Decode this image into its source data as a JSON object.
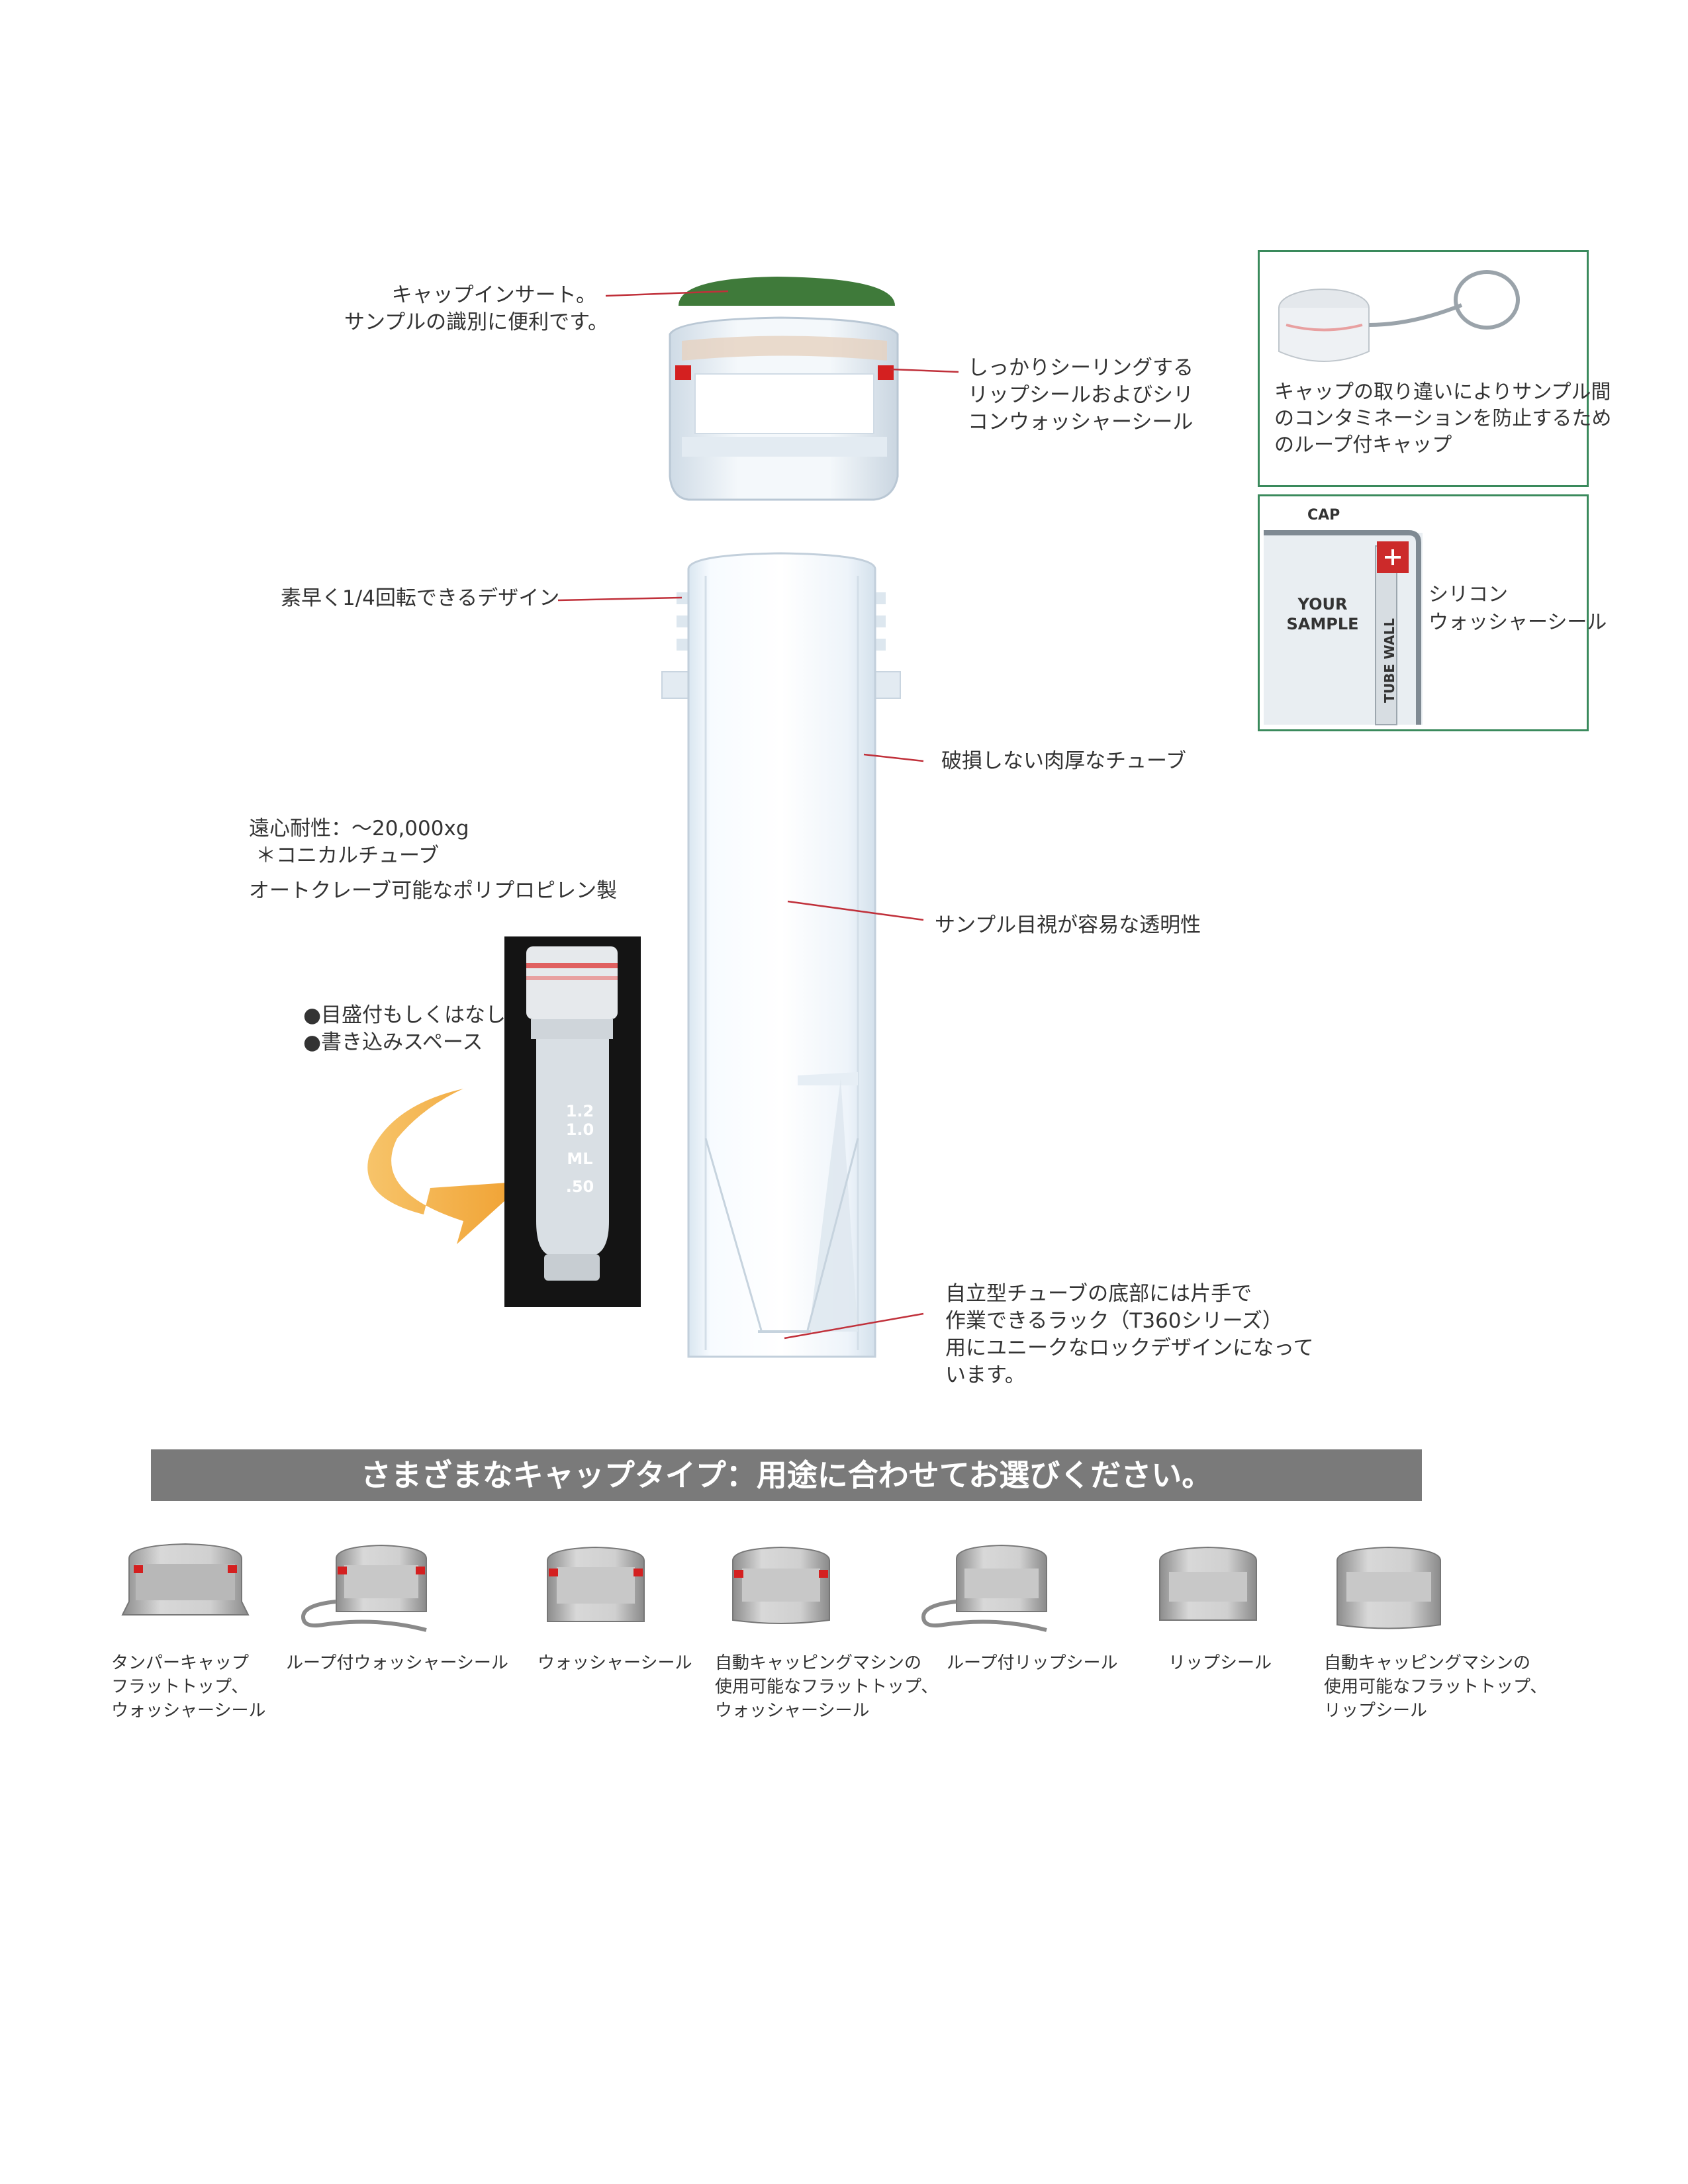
{
  "labels": {
    "cap_insert": [
      "キャップインサート。",
      "サンプルの識別に便利です。"
    ],
    "lip_seal": [
      "しっかりシーリングする",
      "リップシールおよびシリ",
      "コンウォッシャーシール"
    ],
    "quarter_turn": "素早く1/4回転できるデザイン",
    "thick_tube": "破損しない肉厚なチューブ",
    "centrifuge": [
      "遠心耐性：～20,000xg",
      "＊コニカルチューブ"
    ],
    "autoclave": "オートクレーブ可能なポリプロピレン製",
    "transparent": "サンプル目視が容易な透明性",
    "bullets": [
      "●目盛付もしくはなし",
      "●書き込みスペース"
    ],
    "self_standing": [
      "自立型チューブの底部には片手で",
      "作業できるラック（T360シリーズ）",
      "用にユニークなロックデザインになって",
      "います。"
    ]
  },
  "photo_tube": {
    "graduations": [
      "1.2",
      "1.0",
      "ML",
      ".50"
    ]
  },
  "inset_loop": {
    "caption": [
      "キャップの取り違いによりサンプル間",
      "のコンタミネーションを防止するため",
      "のループ付キャップ"
    ]
  },
  "inset_seal": {
    "cap_label": "CAP",
    "sample_label": [
      "YOUR",
      "SAMPLE"
    ],
    "wall_label": "TUBE WALL",
    "callout": [
      "シリコン",
      "ウォッシャーシール"
    ]
  },
  "banner": "さまざまなキャップタイプ：用途に合わせてお選びください。",
  "cap_types": [
    {
      "caption": [
        "タンパーキャップ",
        "フラットトップ、",
        "ウォッシャーシール"
      ],
      "style": "tamper"
    },
    {
      "caption": [
        "ループ付ウォッシャーシール"
      ],
      "style": "loop-washer"
    },
    {
      "caption": [
        "ウォッシャーシール"
      ],
      "style": "washer"
    },
    {
      "caption": [
        "自動キャッピングマシンの",
        "使用可能なフラットトップ、",
        "ウォッシャーシール"
      ],
      "style": "auto-washer"
    },
    {
      "caption": [
        "ループ付リップシール"
      ],
      "style": "loop-lip"
    },
    {
      "caption": [
        "リップシール"
      ],
      "style": "lip"
    },
    {
      "caption": [
        "自動キャッピングマシンの",
        "使用可能なフラットトップ、",
        "リップシール"
      ],
      "style": "auto-lip"
    }
  ],
  "colors": {
    "insert_green": "#3f7a3a",
    "seal_red": "#d42020",
    "pointer_red": "#c0303a",
    "inset_border": "#3a8a5c",
    "banner_gray": "#7a7a7a",
    "arrow_orange": "#f2a93b"
  }
}
